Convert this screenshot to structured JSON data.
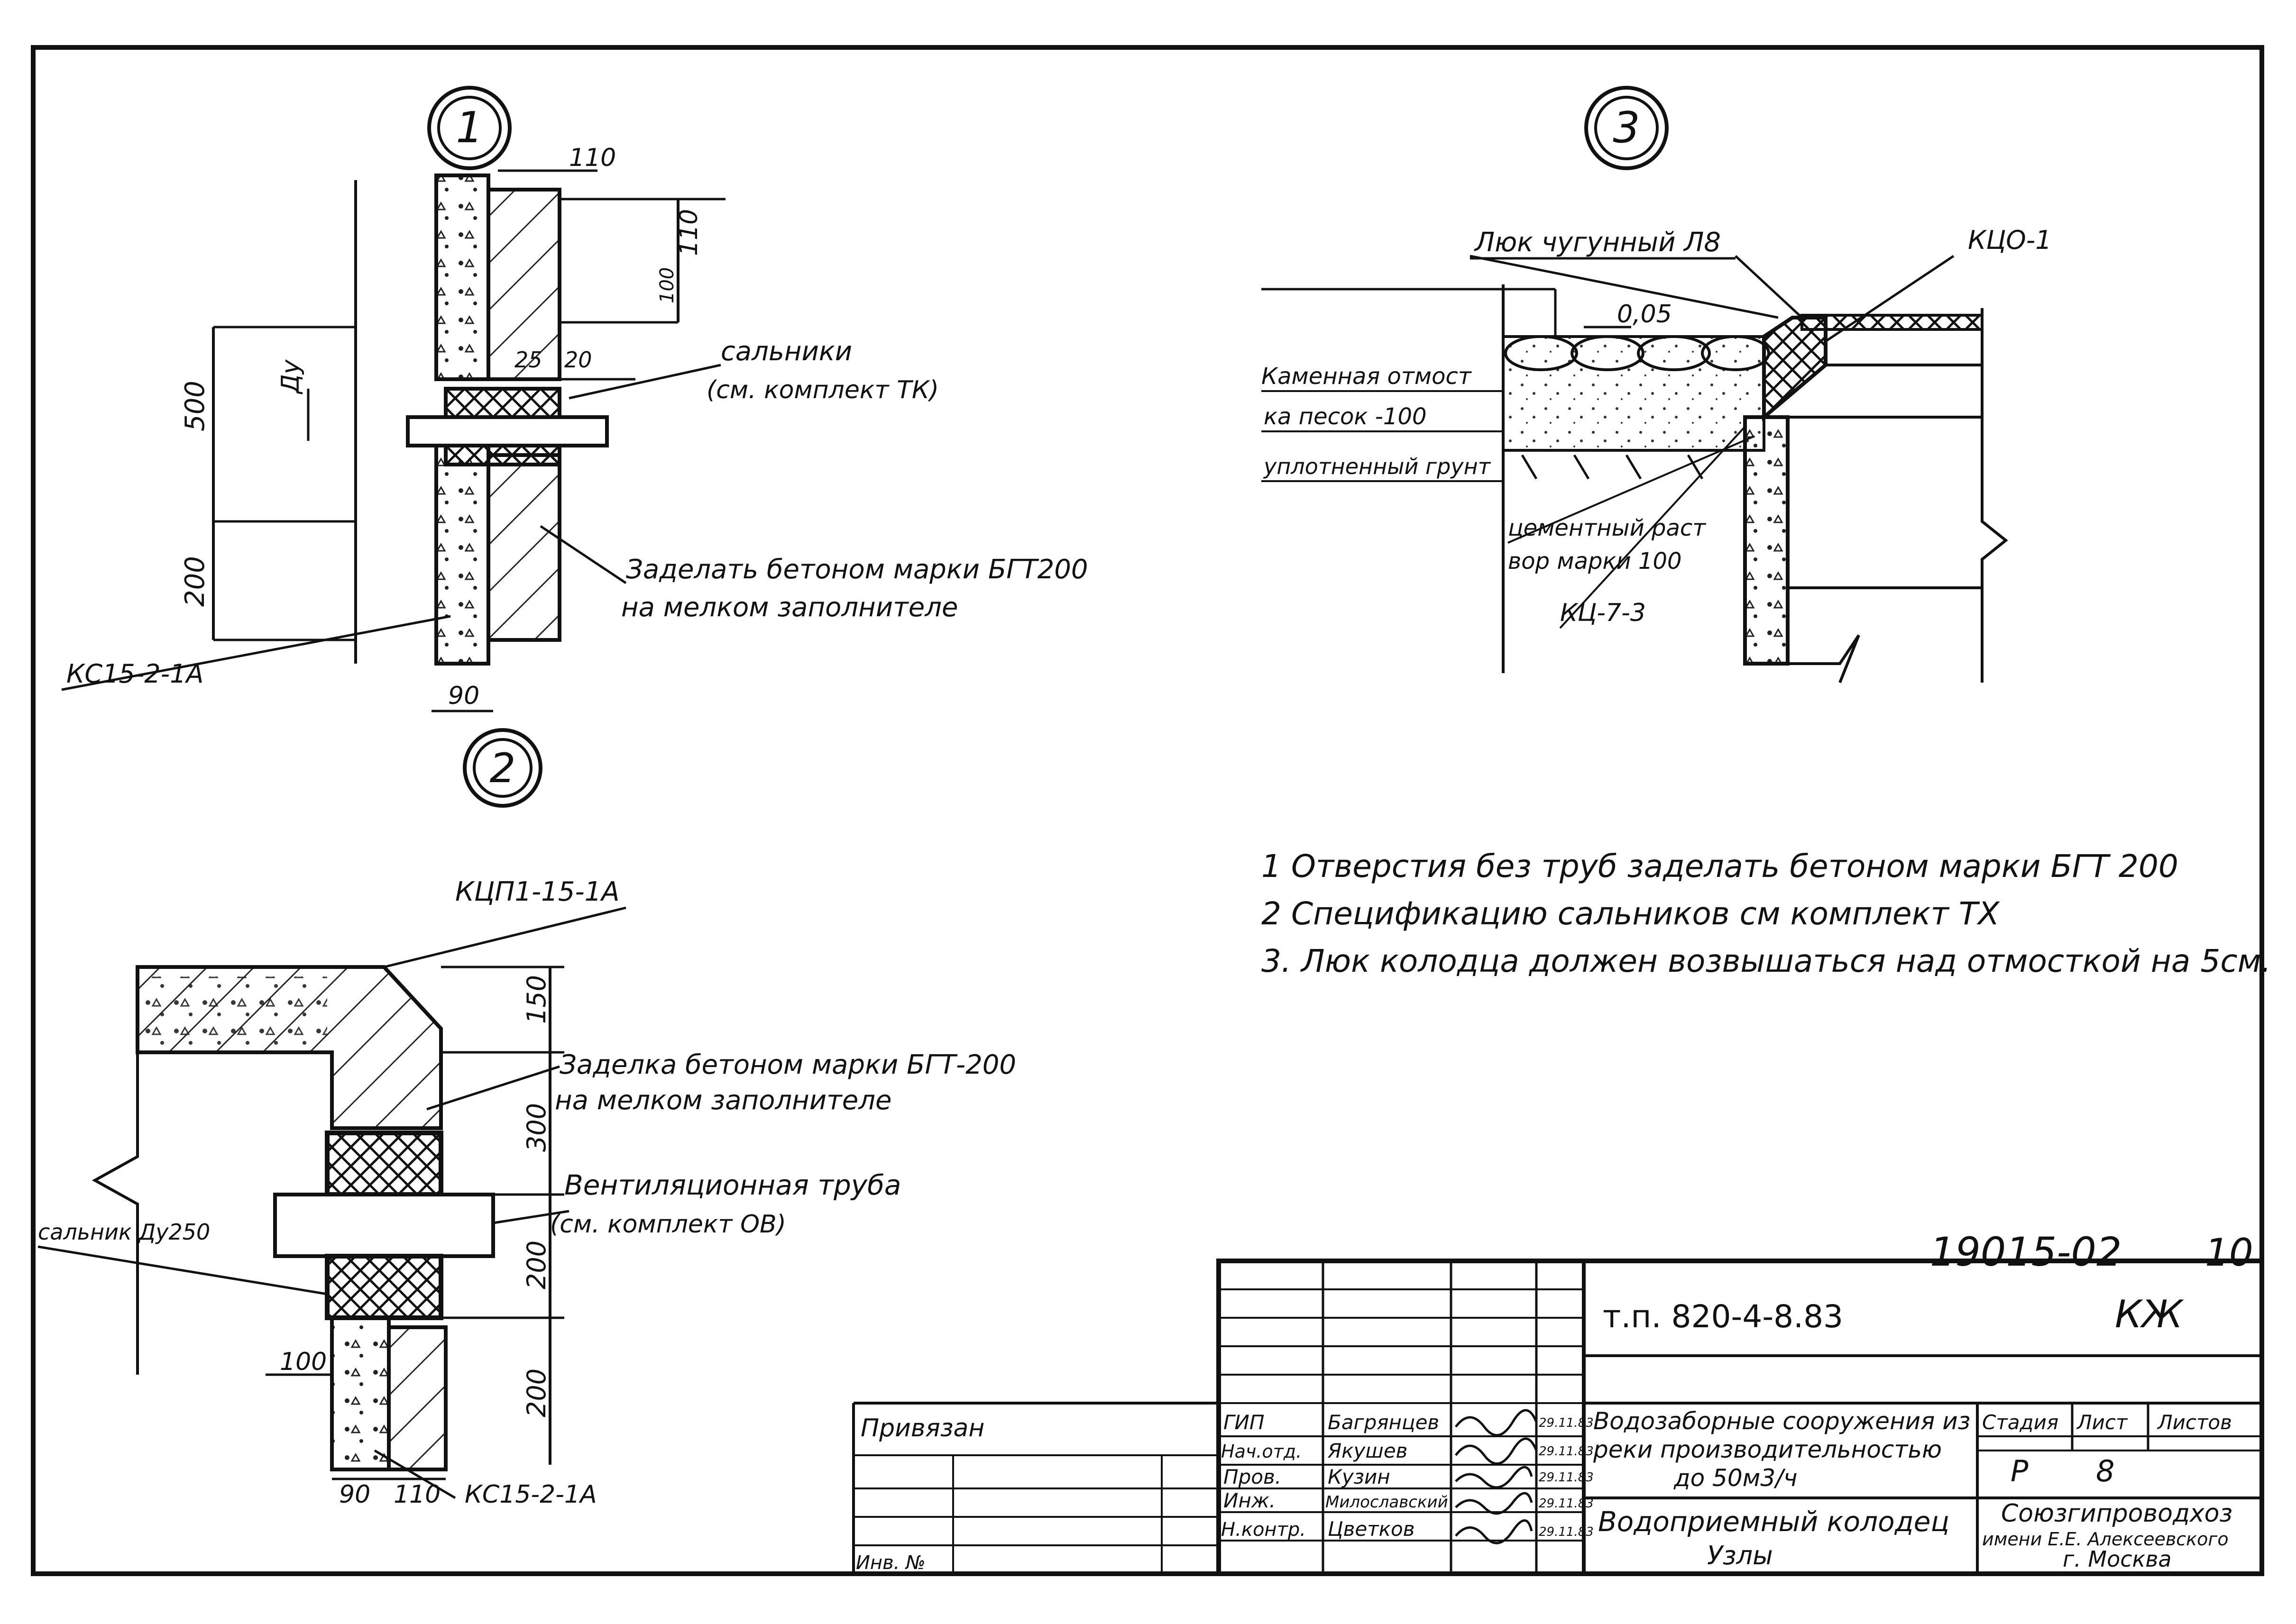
{
  "nodes": {
    "n1": "1",
    "n2": "2",
    "n3": "3"
  },
  "detail1": {
    "dim_110_top": "110",
    "dim_110_side": "110",
    "dim_100": "100",
    "dim_du": "Ду",
    "dim_25": "25",
    "dim_20": "20",
    "dim_500": "500",
    "dim_200": "200",
    "dim_90": "90",
    "label_glands": "сальники",
    "label_glands_ref": "(см. комплект ТК)",
    "label_fill_1": "Заделать бетоном марки БГТ200",
    "label_fill_2": "на мелком заполнителе",
    "label_ring": "КС15-2-1А"
  },
  "detail2": {
    "label_slab": "КЦП1-15-1А",
    "dim_150": "150",
    "dim_300": "300",
    "dim_200a": "200",
    "dim_200b": "200",
    "dim_100": "100",
    "dim_90": "90",
    "dim_110": "110",
    "label_fill_1": "Заделка бетоном марки БГТ-200",
    "label_fill_2": "на мелком заполнителе",
    "label_pipe_1": "Вентиляционная труба",
    "label_pipe_2": "(см. комплект ОВ)",
    "label_gland": "сальник Ду250",
    "label_ring": "КС15-2-1А"
  },
  "detail3": {
    "label_hatch": "Люк чугунный Л8",
    "label_kco": "КЦО-1",
    "dim_005": "0,05",
    "label_layer1": "Каменная отмост",
    "label_layer2": "ка песок -100",
    "label_layer3": "уплотненный грунт",
    "label_mortar_1": "цементный раст",
    "label_mortar_2": "вор марки 100",
    "label_ring": "КЦ-7-3"
  },
  "notes": [
    "1 Отверстия без труб заделать бетоном марки БГТ 200",
    "2 Спецификацию сальников см комплект ТХ",
    "3. Люк колодца должен возвышаться над отмосткой на 5см."
  ],
  "title_block": {
    "doc_code": "19015-02",
    "sheet_no": "10",
    "project_code": "т.п. 820-4-8.83",
    "mark": "КЖ",
    "tied": "Привязан",
    "inv": "Инв. №",
    "roles": [
      "ГИП",
      "Нач.отд.",
      "Пров.",
      "Инж.",
      "Н.контр."
    ],
    "names": [
      "Багрянцев",
      "Якушев",
      "Кузин",
      "Милославский",
      "Цветков"
    ],
    "dates": [
      "29.11.83",
      "29.11.83",
      "29.11.83",
      "29.11.83",
      "29.11.83"
    ],
    "title_1": "Водозаборные сооружения из",
    "title_2": "реки производительностью",
    "title_3": "до 50м3/ч",
    "subtitle_1": "Водоприемный колодец",
    "subtitle_2": "Узлы",
    "stage_h": "Стадия",
    "sheet_h": "Лист",
    "sheets_h": "Листов",
    "stage": "Р",
    "sheet": "8",
    "org_1": "Союзгипроводхоз",
    "org_2": "имени Е.Е. Алексеевского",
    "org_3": "г. Москва"
  }
}
